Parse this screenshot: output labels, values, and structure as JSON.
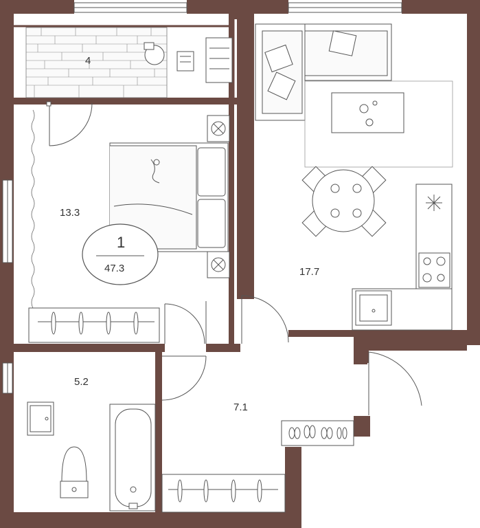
{
  "colors": {
    "wall": "#6b4a43",
    "line": "#555555",
    "furniture_fill": "#f4f4f4",
    "background": "#ffffff"
  },
  "apartment": {
    "rooms_count": "1",
    "total_area": "47.3"
  },
  "rooms": [
    {
      "id": "balcony",
      "area": "4"
    },
    {
      "id": "bedroom",
      "area": "13.3"
    },
    {
      "id": "kitchen-living",
      "area": "17.7"
    },
    {
      "id": "bathroom",
      "area": "5.2"
    },
    {
      "id": "hallway",
      "area": "7.1"
    }
  ],
  "icons": [
    "bed-icon",
    "sofa-icon",
    "coffee-table-icon",
    "dining-table-icon",
    "stove-icon",
    "sink-icon",
    "bathtub-icon",
    "toilet-icon",
    "wardrobe-icon",
    "shoe-rack-icon",
    "nightstand-icon",
    "desk-icon",
    "door-icon",
    "window-icon"
  ]
}
